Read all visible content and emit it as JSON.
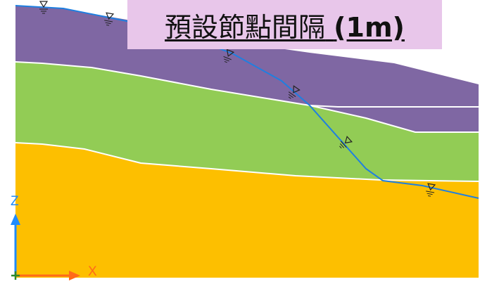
{
  "title": {
    "main": "預設節點間隔",
    "suffix": "(1m)"
  },
  "axes": {
    "x_label": "X",
    "y_label": "Z"
  },
  "colors": {
    "layer_top": "#7f67a3",
    "layer_middle": "#92cc55",
    "layer_bottom": "#fdbf00",
    "boundary": "#ffffff",
    "water_table": "#1f7fe0",
    "axis_x": "#ff6a1a",
    "axis_z": "#1f8bff",
    "title_bg": "#e8c6ea"
  },
  "icons": [
    "water-table-marker-icon",
    "origin-marker-icon",
    "x-axis-arrow-icon",
    "z-axis-arrow-icon"
  ]
}
